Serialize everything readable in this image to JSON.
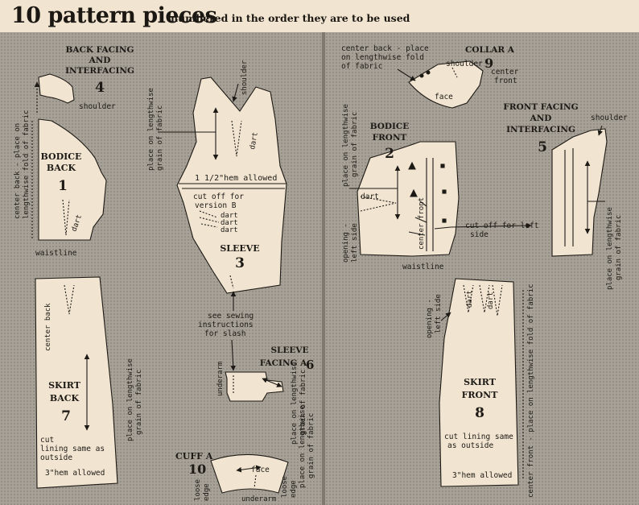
{
  "header": {
    "title": "10 pattern pieces",
    "subtitle": "numbered in the order they are to be used"
  },
  "pieces": {
    "back_facing": {
      "name_lines": [
        "BACK FACING",
        "AND",
        "INTERFACING"
      ],
      "number": "4",
      "labels": {
        "shoulder": "shoulder"
      }
    },
    "bodice_back": {
      "name_lines": [
        "BODICE",
        "BACK"
      ],
      "number": "1",
      "labels": {
        "fold_line1": "center back - place on",
        "fold_line2": "lengthwise fold of fabric",
        "dart": "dart",
        "waistline": "waistline"
      }
    },
    "sleeve": {
      "name_lines": [
        "SLEEVE"
      ],
      "number": "3",
      "labels": {
        "shoulder": "shoulder",
        "dart_top": "dart",
        "grain_line1": "place on lengthwise",
        "grain_line2": "grain of fabric",
        "hem": "1 1/2\"hem allowed",
        "cutoff_line1": "cut off for",
        "cutoff_line2": "version B",
        "dart1": "dart",
        "dart2": "dart",
        "dart3": "dart",
        "slash_line1": "see sewing",
        "slash_line2": "instructions",
        "slash_line3": "for slash"
      }
    },
    "sleeve_facing": {
      "name_lines": [
        "SLEEVE",
        "FACING A"
      ],
      "number": "6",
      "labels": {
        "underarm": "underarm",
        "grain_line1": "place on lengthwise",
        "grain_line2": "grain of fabric"
      }
    },
    "skirt_back": {
      "name_lines": [
        "SKIRT",
        "BACK"
      ],
      "number": "7",
      "labels": {
        "center_back": "center back",
        "grain_line1": "place on lengthwise",
        "grain_line2": "grain of fabric",
        "lining1": "cut",
        "lining2": "lining same as",
        "lining3": "outside",
        "hem": "3\"hem allowed"
      }
    },
    "cuff": {
      "name_lines": [
        "CUFF A"
      ],
      "number": "10",
      "labels": {
        "face": "face",
        "loose1": "loose",
        "loose1b": "edge",
        "loose2": "loose",
        "loose2b": "edge",
        "underarm": "underarm",
        "grain_line1": "place on lengthwise",
        "grain_line2": "grain of fabric"
      }
    },
    "collar": {
      "name_lines": [
        "COLLAR A"
      ],
      "number": "9",
      "labels": {
        "fold_line1": "center back - place",
        "fold_line2": "on lengthwise fold",
        "fold_line3": "of fabric",
        "shoulder": "shoulder",
        "center_front1": "center",
        "center_front2": "front",
        "face": "face"
      }
    },
    "bodice_front": {
      "name_lines": [
        "BODICE",
        "FRONT"
      ],
      "number": "2",
      "labels": {
        "grain_line1": "place on lengthwise",
        "grain_line2": "grain of fabric",
        "dart": "dart",
        "opening1": "opening -",
        "opening2": "left side",
        "center_front": "center front",
        "waistline": "waistline",
        "cutoff_line1": "cut off for left",
        "cutoff_line2": "side"
      }
    },
    "front_facing": {
      "name_lines": [
        "FRONT FACING",
        "AND",
        "INTERFACING"
      ],
      "number": "5",
      "labels": {
        "shoulder": "shoulder",
        "grain_line1": "place on lengthwise",
        "grain_line2": "grain of fabric"
      }
    },
    "skirt_front": {
      "name_lines": [
        "SKIRT",
        "FRONT"
      ],
      "number": "8",
      "labels": {
        "opening1": "opening -",
        "opening2": "left side",
        "dart1": "dart",
        "dart2": "dart",
        "fold": "center front - place on lengthwise fold of fabric",
        "lining1": "cut lining same",
        "lining2": "as outside",
        "hem": "3\"hem allowed"
      }
    }
  },
  "colors": {
    "paper": "#f1e4d0",
    "background": "#a7a197",
    "ink": "#1d1a16"
  }
}
